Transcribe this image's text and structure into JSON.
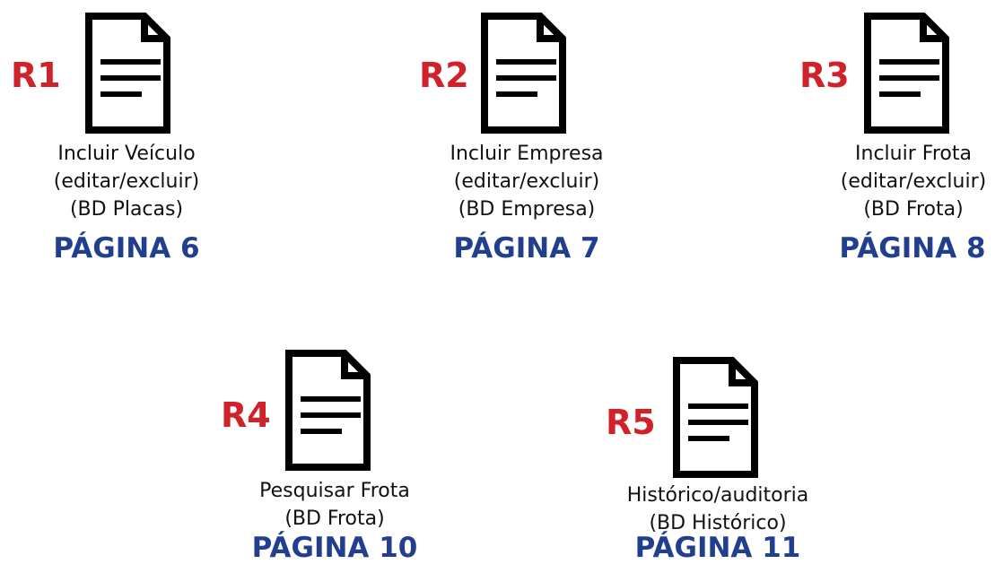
{
  "colors": {
    "tag": "#d0222a",
    "page_link": "#223f8f",
    "text": "#111111",
    "icon": "#000000"
  },
  "items": [
    {
      "id": "R1",
      "icon": "document-icon",
      "lines": [
        "Incluir Veículo",
        "(editar/excluir)",
        "(BD Placas)"
      ],
      "page": "PÁGINA 6"
    },
    {
      "id": "R2",
      "icon": "document-icon",
      "lines": [
        "Incluir Empresa",
        "(editar/excluir)",
        "(BD Empresa)"
      ],
      "page": "PÁGINA 7"
    },
    {
      "id": "R3",
      "icon": "document-icon",
      "lines": [
        "Incluir Frota",
        "(editar/excluir)",
        "(BD Frota)"
      ],
      "page": "PÁGINA 8"
    },
    {
      "id": "R4",
      "icon": "document-icon",
      "lines": [
        "Pesquisar Frota",
        "(BD Frota)"
      ],
      "page": "PÁGINA 10"
    },
    {
      "id": "R5",
      "icon": "document-icon",
      "lines": [
        "Histórico/auditoria",
        "(BD Histórico)"
      ],
      "page": "PÁGINA 11"
    }
  ]
}
